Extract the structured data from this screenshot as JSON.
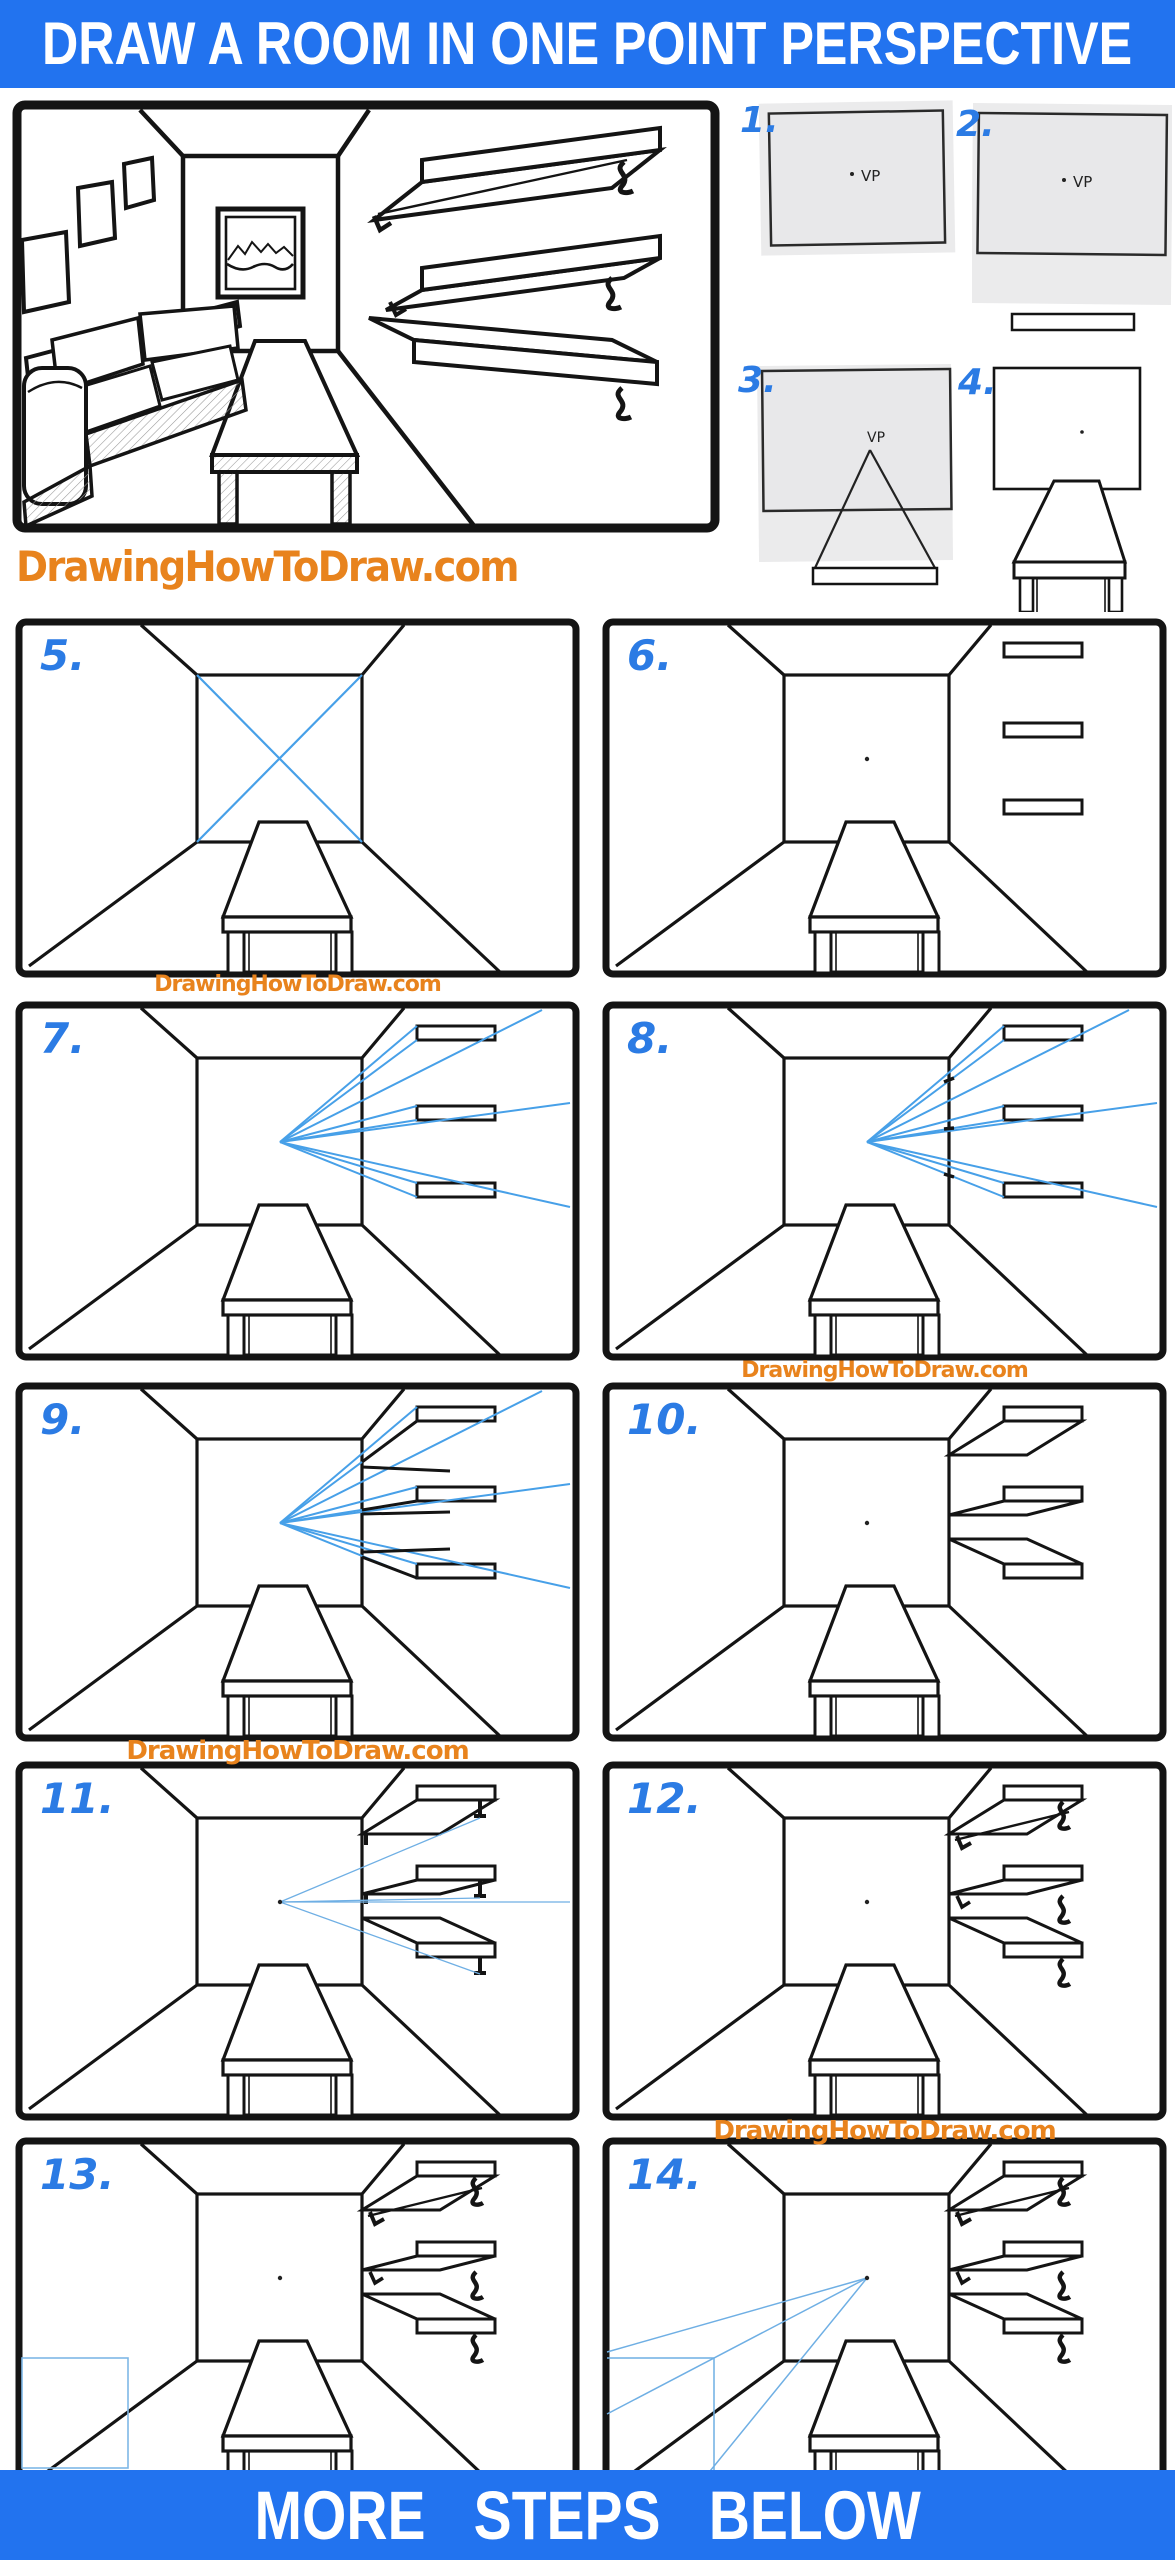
{
  "banner": {
    "title": "DRAW A ROOM IN ONE POINT PERSPECTIVE",
    "footer": "MORE STEPS BELOW",
    "background_color": "#2273EF",
    "text_color": "#FFFFFF"
  },
  "watermark": {
    "text": "DrawingHowToDraw.com",
    "color": "#E8831D"
  },
  "vp_label": "VP",
  "colors": {
    "handwriting_blue": "#2B7BE4",
    "guide_line_blue": "#47A0E8",
    "thin_guide_blue": "#6FAFE4",
    "ink_black": "#141414",
    "photo_gray": "#EBEBEC"
  },
  "intro_steps": [
    {
      "label": "1."
    },
    {
      "label": "2."
    },
    {
      "label": "3."
    },
    {
      "label": "4."
    }
  ],
  "panels": [
    {
      "label": "5.",
      "features": [
        "blueX"
      ]
    },
    {
      "label": "6.",
      "features": [
        "shelfFlat",
        "vpDot"
      ]
    },
    {
      "label": "7.",
      "features": [
        "shelfFlat",
        "blueFan"
      ]
    },
    {
      "label": "8.",
      "features": [
        "shelfFlat",
        "blueFan",
        "wallTicks"
      ]
    },
    {
      "label": "9.",
      "features": [
        "shelfFlat",
        "blueFan",
        "shelfSides"
      ]
    },
    {
      "label": "10.",
      "features": [
        "shelf3D",
        "vpDot"
      ]
    },
    {
      "label": "11.",
      "features": [
        "shelf3D",
        "stubs",
        "blueThin",
        "vpDot"
      ]
    },
    {
      "label": "12.",
      "features": [
        "shelf3D",
        "brackets",
        "vpDot"
      ]
    },
    {
      "label": "13.",
      "features": [
        "shelf3D",
        "brackets",
        "vpDot",
        "couchBox"
      ]
    },
    {
      "label": "14.",
      "features": [
        "shelf3D",
        "brackets",
        "vpDot",
        "couchLines"
      ]
    }
  ]
}
